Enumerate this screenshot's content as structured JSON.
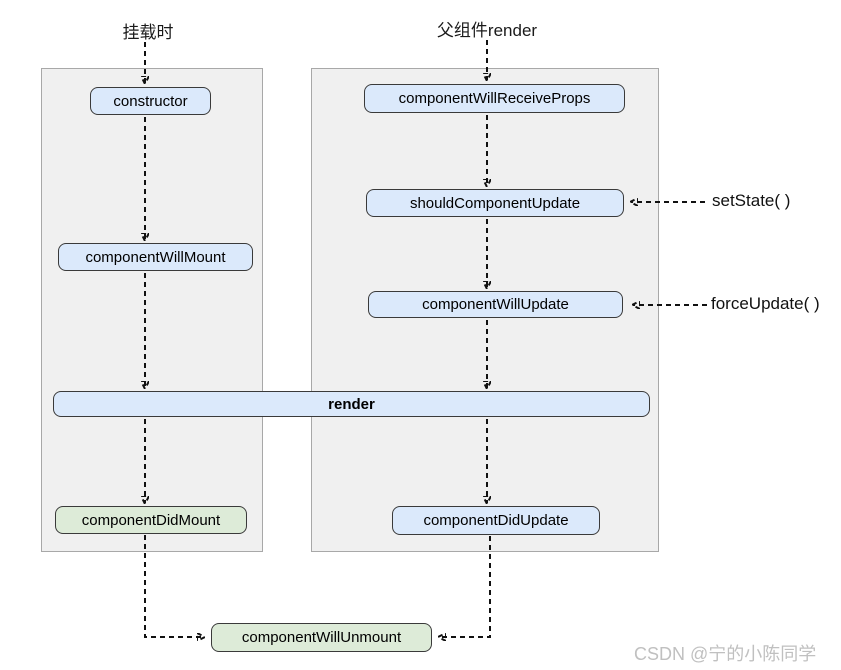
{
  "diagram": {
    "headers": {
      "mount": "挂载时",
      "parent_render": "父组件render"
    },
    "nodes": [
      {
        "id": "constructor",
        "label": "constructor"
      },
      {
        "id": "componentWillMount",
        "label": "componentWillMount"
      },
      {
        "id": "componentWillReceiveProps",
        "label": "componentWillReceiveProps"
      },
      {
        "id": "shouldComponentUpdate",
        "label": "shouldComponentUpdate"
      },
      {
        "id": "componentWillUpdate",
        "label": "componentWillUpdate"
      },
      {
        "id": "render",
        "label": "render"
      },
      {
        "id": "componentDidMount",
        "label": "componentDidMount"
      },
      {
        "id": "componentDidUpdate",
        "label": "componentDidUpdate"
      },
      {
        "id": "componentWillUnmount",
        "label": "componentWillUnmount"
      }
    ],
    "annotations": {
      "set_state": "setState( )",
      "force_update": "forceUpdate( )"
    },
    "colors": {
      "lifecycle_box_fill": "#dbe9fb",
      "did_mount_box_fill": "#ddebd8",
      "panel_bg": "#f0f0f0",
      "panel_border": "#a8a8a8",
      "arrow": "#111111",
      "watermark": "#c0c0c0"
    }
  },
  "watermark": "CSDN @宁的小陈同学"
}
